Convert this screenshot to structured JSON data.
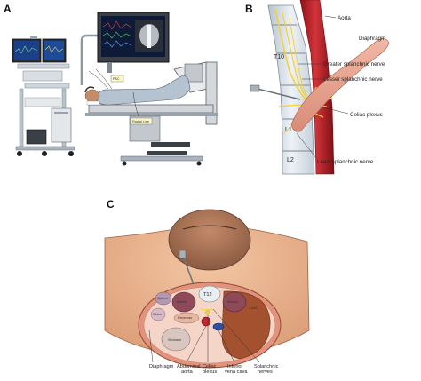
{
  "panels": {
    "a": {
      "label": "A",
      "pac_label": "PAC",
      "radial_line_label": "Radial Line"
    },
    "b": {
      "label": "B",
      "labels": {
        "aorta": "Aorta",
        "diaphragm": "Diaphragm",
        "t10": "T10",
        "greater": "Greater splanchnic nerve",
        "lesser": "Lesser splanchnic nerve",
        "celiac": "Celiac plexus",
        "l1": "L1",
        "l2": "L2",
        "least": "Least splanchnic nerve"
      }
    },
    "c": {
      "label": "C",
      "inner": {
        "t12": "T12",
        "kidney_left": "Kidney",
        "kidney_right": "Kidney",
        "liver": "Liver",
        "pancreas": "Pancreas",
        "colon": "Colon",
        "spleen": "Spleen",
        "stomach": "Stomach"
      },
      "bottom": {
        "diaphragm": "Diaphragm",
        "aorta_l1": "Abdominal",
        "aorta_l2": "aorta",
        "celiac_l1": "Celiac",
        "celiac_l2": "plexus",
        "ivc_l1": "Inferior",
        "ivc_l2": "vena cava",
        "splanchnic_l1": "Splanchnic",
        "splanchnic_l2": "nerves"
      }
    }
  },
  "colors": {
    "aorta": "#c0262d",
    "nerve": "#f2d23a",
    "skin": "#e9b08a",
    "vertebra": "#dfe6ee"
  }
}
